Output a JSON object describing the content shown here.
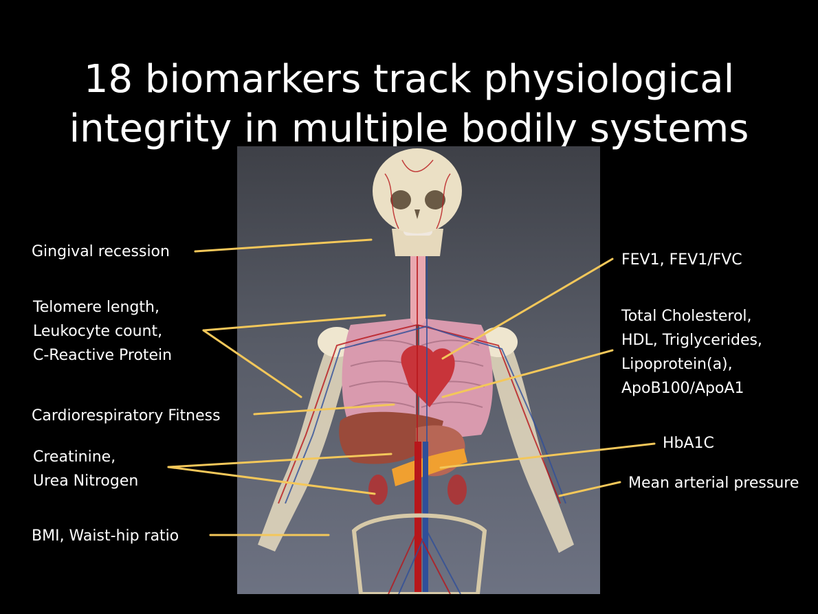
{
  "title_lines": [
    "18 biomarkers track physiological",
    "integrity in multiple bodily systems"
  ],
  "labels": {
    "gingival": [
      "Gingival recession"
    ],
    "telomere": [
      "Telomere length,",
      "Leukocyte count,",
      "C-Reactive Protein"
    ],
    "cardio": [
      "Cardiorespiratory Fitness"
    ],
    "creatinine": [
      "Creatinine,",
      "Urea Nitrogen"
    ],
    "bmi": [
      "BMI, Waist-hip ratio"
    ],
    "fev": [
      "FEV1, FEV1/FVC"
    ],
    "cholesterol": [
      "Total Cholesterol,",
      "HDL, Triglycerides,",
      "Lipoprotein(a),",
      "ApoB100/ApoA1"
    ],
    "hba1c": [
      "HbA1C"
    ],
    "map": [
      "Mean arterial pressure"
    ]
  },
  "colors": {
    "leader": "#f3c75a",
    "bone": "#e8dcc0",
    "lung": "#d99aae",
    "liver": "#9a4a3a",
    "vessel_red": "#b8171b",
    "vessel_blue": "#2f4f9a",
    "pancreas": "#f0a030"
  }
}
